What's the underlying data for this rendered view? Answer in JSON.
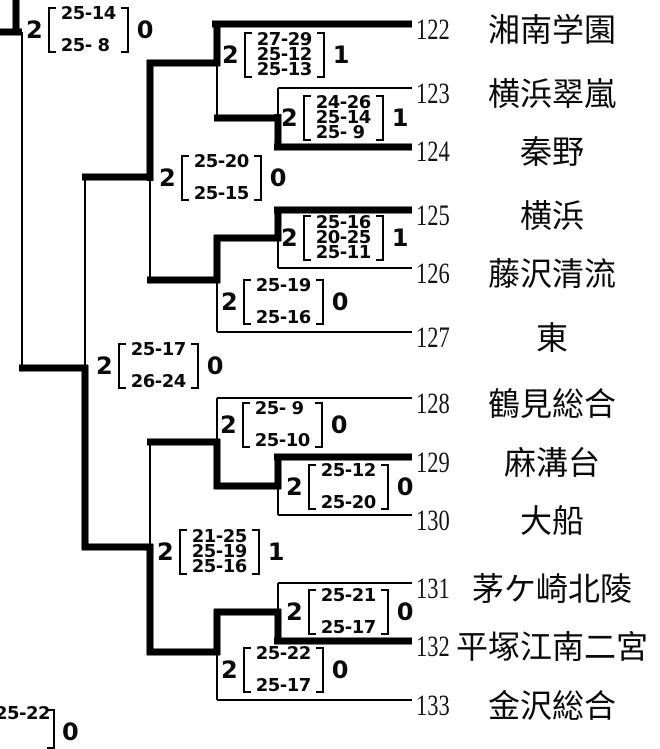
{
  "diagram_type": "tournament-bracket",
  "teams": [
    {
      "seed": "122",
      "name": "湘南学園",
      "advancing_line": true
    },
    {
      "seed": "123",
      "name": "横浜翠嵐",
      "advancing_line": false
    },
    {
      "seed": "124",
      "name": "秦野",
      "advancing_line": true
    },
    {
      "seed": "125",
      "name": "横浜",
      "advancing_line": true
    },
    {
      "seed": "126",
      "name": "藤沢清流",
      "advancing_line": false
    },
    {
      "seed": "127",
      "name": "東",
      "advancing_line": false
    },
    {
      "seed": "128",
      "name": "鶴見総合",
      "advancing_line": false
    },
    {
      "seed": "129",
      "name": "麻溝台",
      "advancing_line": true
    },
    {
      "seed": "130",
      "name": "大船",
      "advancing_line": false
    },
    {
      "seed": "131",
      "name": "茅ケ崎北陵",
      "advancing_line": false
    },
    {
      "seed": "132",
      "name": "平塚江南二宮",
      "advancing_line": true
    },
    {
      "seed": "133",
      "name": "金沢総合",
      "advancing_line": false
    }
  ],
  "matches": [
    {
      "id": "upper-left-match",
      "winner_sets": "2",
      "loser_sets": "0",
      "sets": [
        "25-14",
        "25- 8"
      ]
    },
    {
      "id": "122-vs-124",
      "winner_sets": "2",
      "loser_sets": "1",
      "sets": [
        "27-29",
        "25-12",
        "25-13"
      ]
    },
    {
      "id": "123-vs-124",
      "winner_sets": "2",
      "loser_sets": "1",
      "sets": [
        "24-26",
        "25-14",
        "25- 9"
      ]
    },
    {
      "id": "122-vs-125",
      "winner_sets": "2",
      "loser_sets": "0",
      "sets": [
        "25-20",
        "25-15"
      ]
    },
    {
      "id": "125-vs-126",
      "winner_sets": "2",
      "loser_sets": "1",
      "sets": [
        "25-16",
        "20-25",
        "25-11"
      ]
    },
    {
      "id": "125-vs-127",
      "winner_sets": "2",
      "loser_sets": "0",
      "sets": [
        "25-19",
        "25-16"
      ]
    },
    {
      "id": "122-vs-132",
      "winner_sets": "2",
      "loser_sets": "0",
      "sets": [
        "25-17",
        "26-24"
      ]
    },
    {
      "id": "128-vs-129",
      "winner_sets": "2",
      "loser_sets": "0",
      "sets": [
        "25- 9",
        "25-10"
      ]
    },
    {
      "id": "129-vs-130",
      "winner_sets": "2",
      "loser_sets": "0",
      "sets": [
        "25-12",
        "25-20"
      ]
    },
    {
      "id": "129-vs-132",
      "winner_sets": "2",
      "loser_sets": "1",
      "sets": [
        "21-25",
        "25-19",
        "25-16"
      ]
    },
    {
      "id": "131-vs-132",
      "winner_sets": "2",
      "loser_sets": "0",
      "sets": [
        "25-21",
        "25-17"
      ]
    },
    {
      "id": "132-vs-133",
      "winner_sets": "2",
      "loser_sets": "0",
      "sets": [
        "25-22",
        "25-17"
      ]
    },
    {
      "id": "bottom-partial-match",
      "loser_sets": "0",
      "sets": [
        "25-22"
      ]
    }
  ]
}
